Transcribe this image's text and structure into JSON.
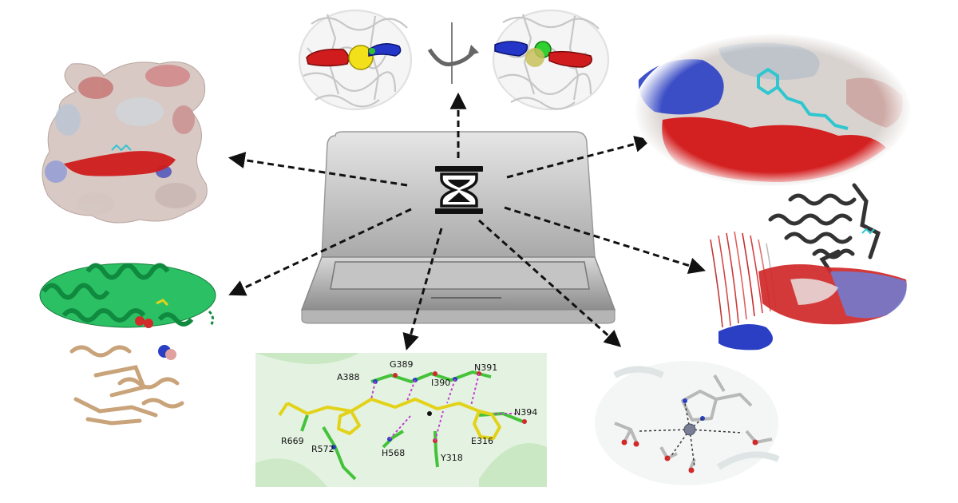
{
  "center": {
    "icon": "hourglass-icon"
  },
  "panels": {
    "rotation": {
      "icon": "rotate-arrow-icon"
    },
    "interaction": {
      "labels": [
        "A388",
        "G389",
        "N391",
        "I390",
        "N394",
        "R669",
        "R572",
        "H568",
        "Y318",
        "E316"
      ]
    }
  },
  "colors": {
    "arrow": "#111111",
    "negative": "#d32020",
    "positive": "#2a3fc4",
    "carbon_green": "#44c23a",
    "ligand_yellow": "#e3d21a",
    "hbond": "#c23ed4",
    "cyan": "#2fc6d0"
  }
}
